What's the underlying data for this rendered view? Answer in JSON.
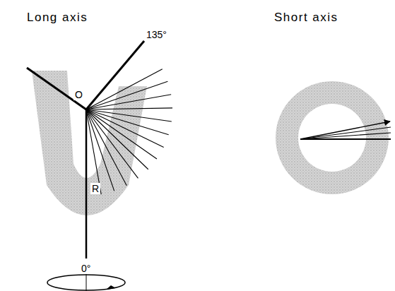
{
  "diagram": {
    "labels": [
      "Long axis",
      "Short axis",
      "135°",
      "O",
      "R",
      "0°"
    ]
  }
}
